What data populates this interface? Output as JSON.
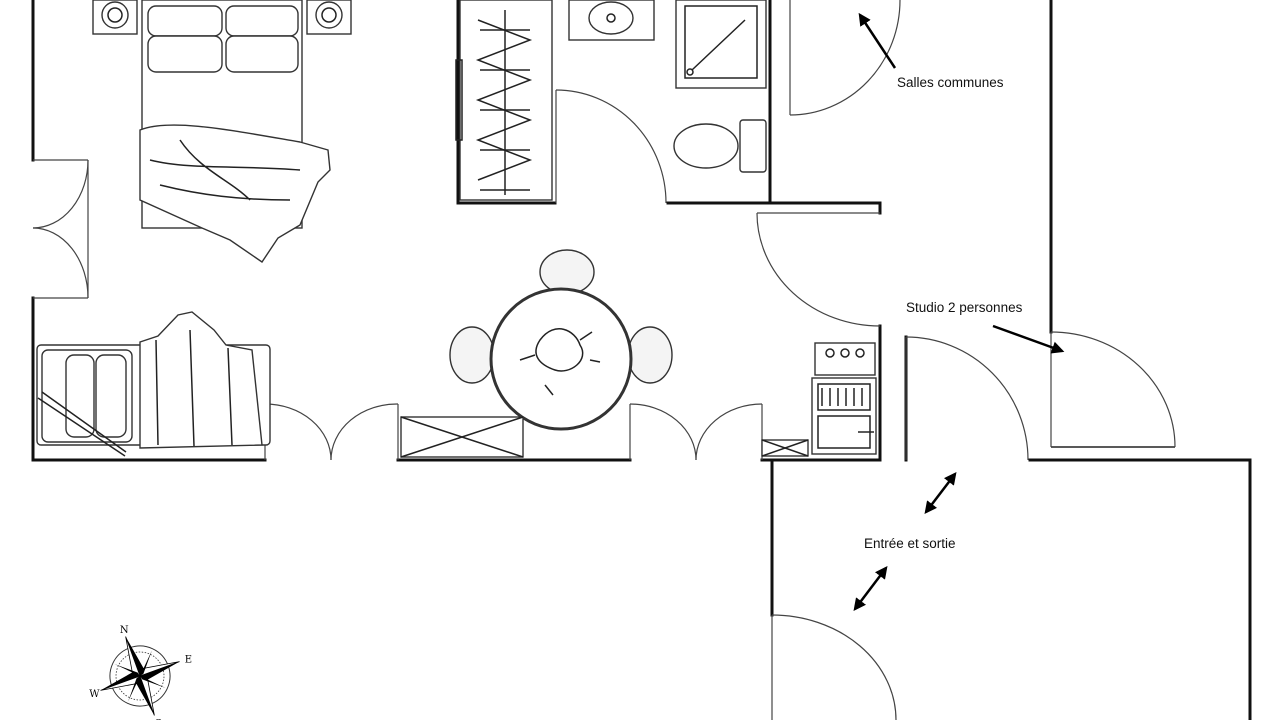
{
  "labels": {
    "common_rooms": "Salles communes",
    "studio": "Studio 2 personnes",
    "entrance": "Entrée et sortie"
  },
  "compass": {
    "north": "N",
    "south": "S",
    "east": "E",
    "west": "W"
  },
  "colors": {
    "wall": "#111111",
    "background": "#ffffff"
  }
}
